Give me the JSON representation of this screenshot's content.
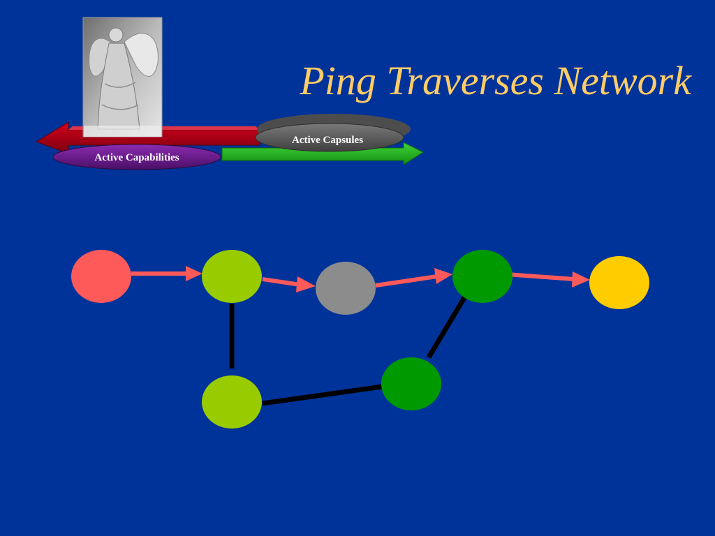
{
  "slide": {
    "title": "Ping Traverses Network"
  },
  "banner": {
    "left_label": "Active Capabilities",
    "right_label": "Active Capsules",
    "left_arrow_color": "#b30012",
    "right_arrow_color": "#22b31c",
    "left_pill_color": "#6a1b8c",
    "right_pill_color": "#5c5c5c",
    "image": "angel-statue-icon"
  },
  "network": {
    "nodes": [
      {
        "id": "n1",
        "color": "#ff5a5a"
      },
      {
        "id": "n2",
        "color": "#99cc00"
      },
      {
        "id": "n3",
        "color": "#8c8c8c"
      },
      {
        "id": "n4",
        "color": "#009900"
      },
      {
        "id": "n5",
        "color": "#ffcc00"
      },
      {
        "id": "n6",
        "color": "#99cc00"
      },
      {
        "id": "n7",
        "color": "#009900"
      }
    ],
    "ping_path": [
      [
        "n1",
        "n2"
      ],
      [
        "n2",
        "n3"
      ],
      [
        "n3",
        "n4"
      ],
      [
        "n4",
        "n5"
      ]
    ],
    "links": [
      [
        "n2",
        "n6"
      ],
      [
        "n6",
        "n7"
      ],
      [
        "n7",
        "n4"
      ]
    ],
    "ping_color": "#ff5a5a",
    "link_color": "#000000"
  }
}
